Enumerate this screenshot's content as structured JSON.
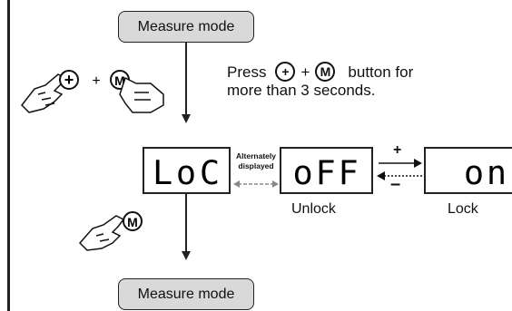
{
  "modes": {
    "top": "Measure mode",
    "bottom": "Measure mode"
  },
  "instruction": {
    "press": "Press",
    "plus_symbol": "+",
    "button_plus": "+",
    "button_m": "M",
    "button_for": "button for",
    "line2": "more than 3 seconds."
  },
  "hand_combo": {
    "button_plus": "+",
    "joiner": "+",
    "button_m": "M"
  },
  "hand_single": {
    "button_m": "M"
  },
  "displays": {
    "loc": "LoC",
    "off": "oFF",
    "on": "on"
  },
  "alternation": {
    "line1": "Alternately",
    "line2": "displayed"
  },
  "states": {
    "unlock": "Unlock",
    "lock": "Lock",
    "forward_sign": "+",
    "back_sign": "–"
  },
  "icons": [
    "hand-press-icon",
    "plus-button-icon",
    "m-button-icon",
    "arrow-right-icon",
    "arrow-left-icon"
  ]
}
